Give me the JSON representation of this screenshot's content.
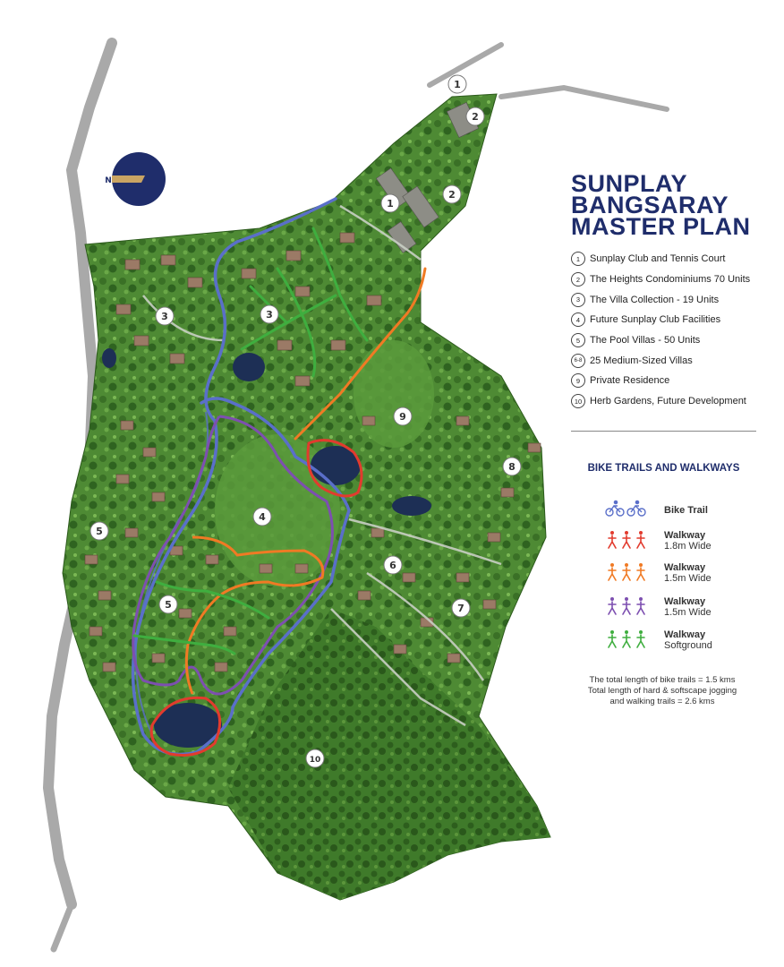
{
  "title_lines": [
    "SUNPLAY",
    "BANGSARAY",
    "MASTER PLAN"
  ],
  "compass_label": "N",
  "legend": [
    {
      "num": "1",
      "label": "Sunplay Club and Tennis Court"
    },
    {
      "num": "2",
      "label": "The Heights Condominiums 70 Units"
    },
    {
      "num": "3",
      "label": "The Villa Collection - 19 Units"
    },
    {
      "num": "4",
      "label": "Future Sunplay Club Facilities"
    },
    {
      "num": "5",
      "label": "The Pool Villas - 50 Units"
    },
    {
      "num": "6-8",
      "label": "25 Medium-Sized Villas"
    },
    {
      "num": "9",
      "label": "Private Residence"
    },
    {
      "num": "10",
      "label": "Herb Gardens, Future Development"
    }
  ],
  "trails_heading": "BIKE TRAILS AND WALKWAYS",
  "trails": [
    {
      "name": "Bike Trail",
      "detail": "",
      "color": "#5a6fc9",
      "icon": "bicycle-icon"
    },
    {
      "name": "Walkway",
      "detail": "1.8m Wide",
      "color": "#e23b2e",
      "icon": "walker-icon"
    },
    {
      "name": "Walkway",
      "detail": "1.5m Wide",
      "color": "#f07a24",
      "icon": "walker-icon"
    },
    {
      "name": "Walkway",
      "detail": "1.5m Wide",
      "color": "#7d4fb0",
      "icon": "walker-icon"
    },
    {
      "name": "Walkway",
      "detail": "Softground",
      "color": "#3fae3f",
      "icon": "walker-icon"
    }
  ],
  "footnote_lines": [
    "The total length of bike trails = 1.5 kms",
    "Total length of hard & softscape jogging",
    "and walking trails = 2.6 kms"
  ],
  "map_markers": [
    "1",
    "1",
    "2",
    "2",
    "3",
    "3",
    "4",
    "5",
    "5",
    "6",
    "7",
    "8",
    "9",
    "10"
  ],
  "colors": {
    "title": "#1f2d6b",
    "terrain": "#4e8a34",
    "forest": "#3c7428",
    "road": "#a9a9a9",
    "water": "#1d2f55",
    "bike_trail": "#5a6fc9",
    "walkway_red": "#e23b2e",
    "walkway_orange": "#f07a24",
    "walkway_purple": "#7d4fb0",
    "walkway_green": "#3fae3f"
  }
}
